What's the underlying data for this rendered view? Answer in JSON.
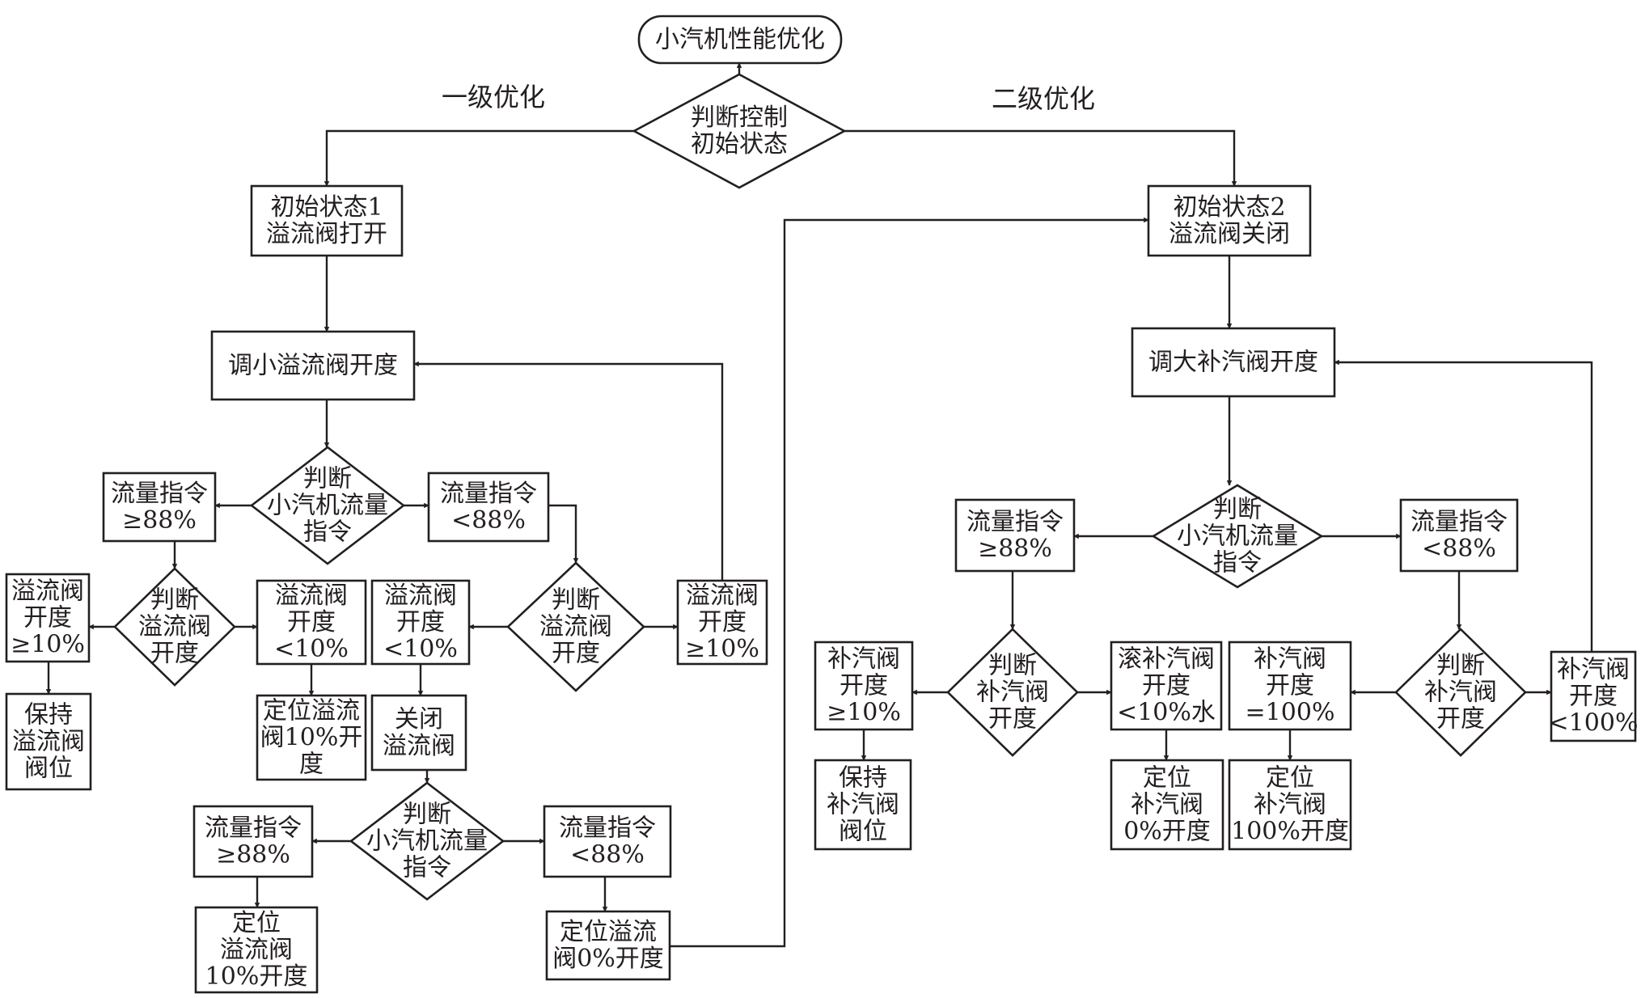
{
  "colors": {
    "line": "#231f20",
    "fill": "#ffffff",
    "background": "#ffffff"
  },
  "branch_labels": {
    "level1": "一级优化",
    "level2": "二级优化"
  },
  "nodes": {
    "start": [
      "小汽机性能优化"
    ],
    "judge_init": [
      "判断控制",
      "初始状态"
    ],
    "state1": [
      "初始状态1",
      "溢流阀打开"
    ],
    "state2": [
      "初始状态2",
      "溢流阀关闭"
    ],
    "reduce_overflow": [
      "调小溢流阀开度"
    ],
    "increase_supply": [
      "调大补汽阀开度"
    ],
    "l_judge_flow": [
      "判断",
      "小汽机流量",
      "指令"
    ],
    "l_flow_ge88": [
      "流量指令",
      "≥88%"
    ],
    "l_flow_lt88": [
      "流量指令",
      "<88%"
    ],
    "l_judge_overflow_a": [
      "判断",
      "溢流阀",
      "开度"
    ],
    "l_judge_overflow_b": [
      "判断",
      "溢流阀",
      "开度"
    ],
    "l_overflow_ge10_a": [
      "溢流阀",
      "开度",
      "≥10%"
    ],
    "l_overflow_lt10_a": [
      "溢流阀",
      "开度",
      "<10%"
    ],
    "l_overflow_lt10_b": [
      "溢流阀",
      "开度",
      "<10%"
    ],
    "l_overflow_ge10_b": [
      "溢流阀",
      "开度",
      "≥10%"
    ],
    "l_keep_overflow": [
      "保持",
      "溢流阀",
      "阀位"
    ],
    "l_position_10": [
      "定位溢流",
      "阀10%开",
      "度"
    ],
    "l_close_overflow": [
      "关闭",
      "溢流阀"
    ],
    "l_judge_flow_2": [
      "判断",
      "小汽机流量",
      "指令"
    ],
    "l_flow_ge88_2": [
      "流量指令",
      "≥88%"
    ],
    "l_flow_lt88_2": [
      "流量指令",
      "<88%"
    ],
    "l_position_10_b": [
      "定位",
      "溢流阀",
      "10%开度"
    ],
    "l_position_0": [
      "定位溢流",
      "阀0%开度"
    ],
    "r_judge_flow": [
      "判断",
      "小汽机流量",
      "指令"
    ],
    "r_flow_ge88": [
      "流量指令",
      "≥88%"
    ],
    "r_flow_lt88": [
      "流量指令",
      "<88%"
    ],
    "r_judge_supply_a": [
      "判断",
      "补汽阀",
      "开度"
    ],
    "r_judge_supply_b": [
      "判断",
      "补汽阀",
      "开度"
    ],
    "r_supply_ge10": [
      "补汽阀",
      "开度",
      "≥10%"
    ],
    "r_supply_lt10": [
      "滚补汽阀",
      "开度",
      "<10%水"
    ],
    "r_supply_eq100": [
      "补汽阀",
      "开度",
      "=100%"
    ],
    "r_supply_lt100": [
      "补汽阀",
      "开度",
      "<100%"
    ],
    "r_keep_supply": [
      "保持",
      "补汽阀",
      "阀位"
    ],
    "r_position_0": [
      "定位",
      "补汽阀",
      "0%开度"
    ],
    "r_position_100": [
      "定位",
      "补汽阀",
      "100%开度"
    ]
  }
}
